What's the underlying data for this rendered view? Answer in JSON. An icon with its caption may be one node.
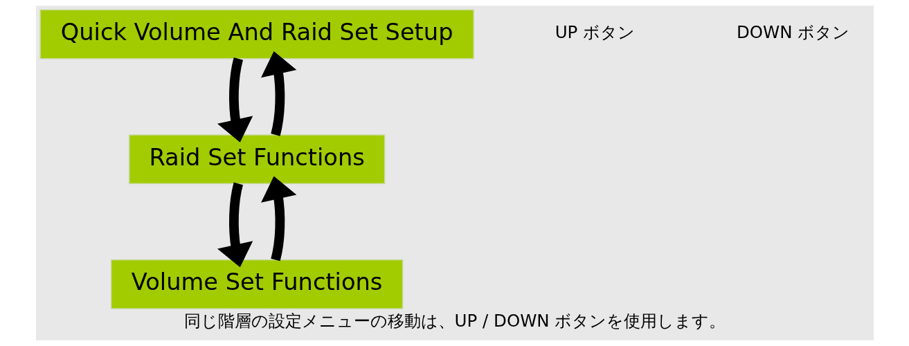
{
  "diagram": {
    "caption": "同じ階層の設定メニューの移動は、UP / DOWN ボタンを使用します。",
    "nodes": [
      {
        "text": [
          "Quick Volume And Raid Set Setup"
        ]
      },
      {
        "text": [
          "Raid Set Functions"
        ]
      },
      {
        "text": [
          "Volume Set Functions"
        ]
      }
    ],
    "edges": [
      {
        "from": 0,
        "to": 1,
        "arrow": "to"
      },
      {
        "from": 1,
        "to": 0,
        "arrow": "to"
      },
      {
        "from": 1,
        "to": 2,
        "arrow": "to"
      },
      {
        "from": 2,
        "to": 1,
        "arrow": "to"
      }
    ],
    "labels": [
      "UP ボタン",
      "DOWN ボタン"
    ]
  }
}
